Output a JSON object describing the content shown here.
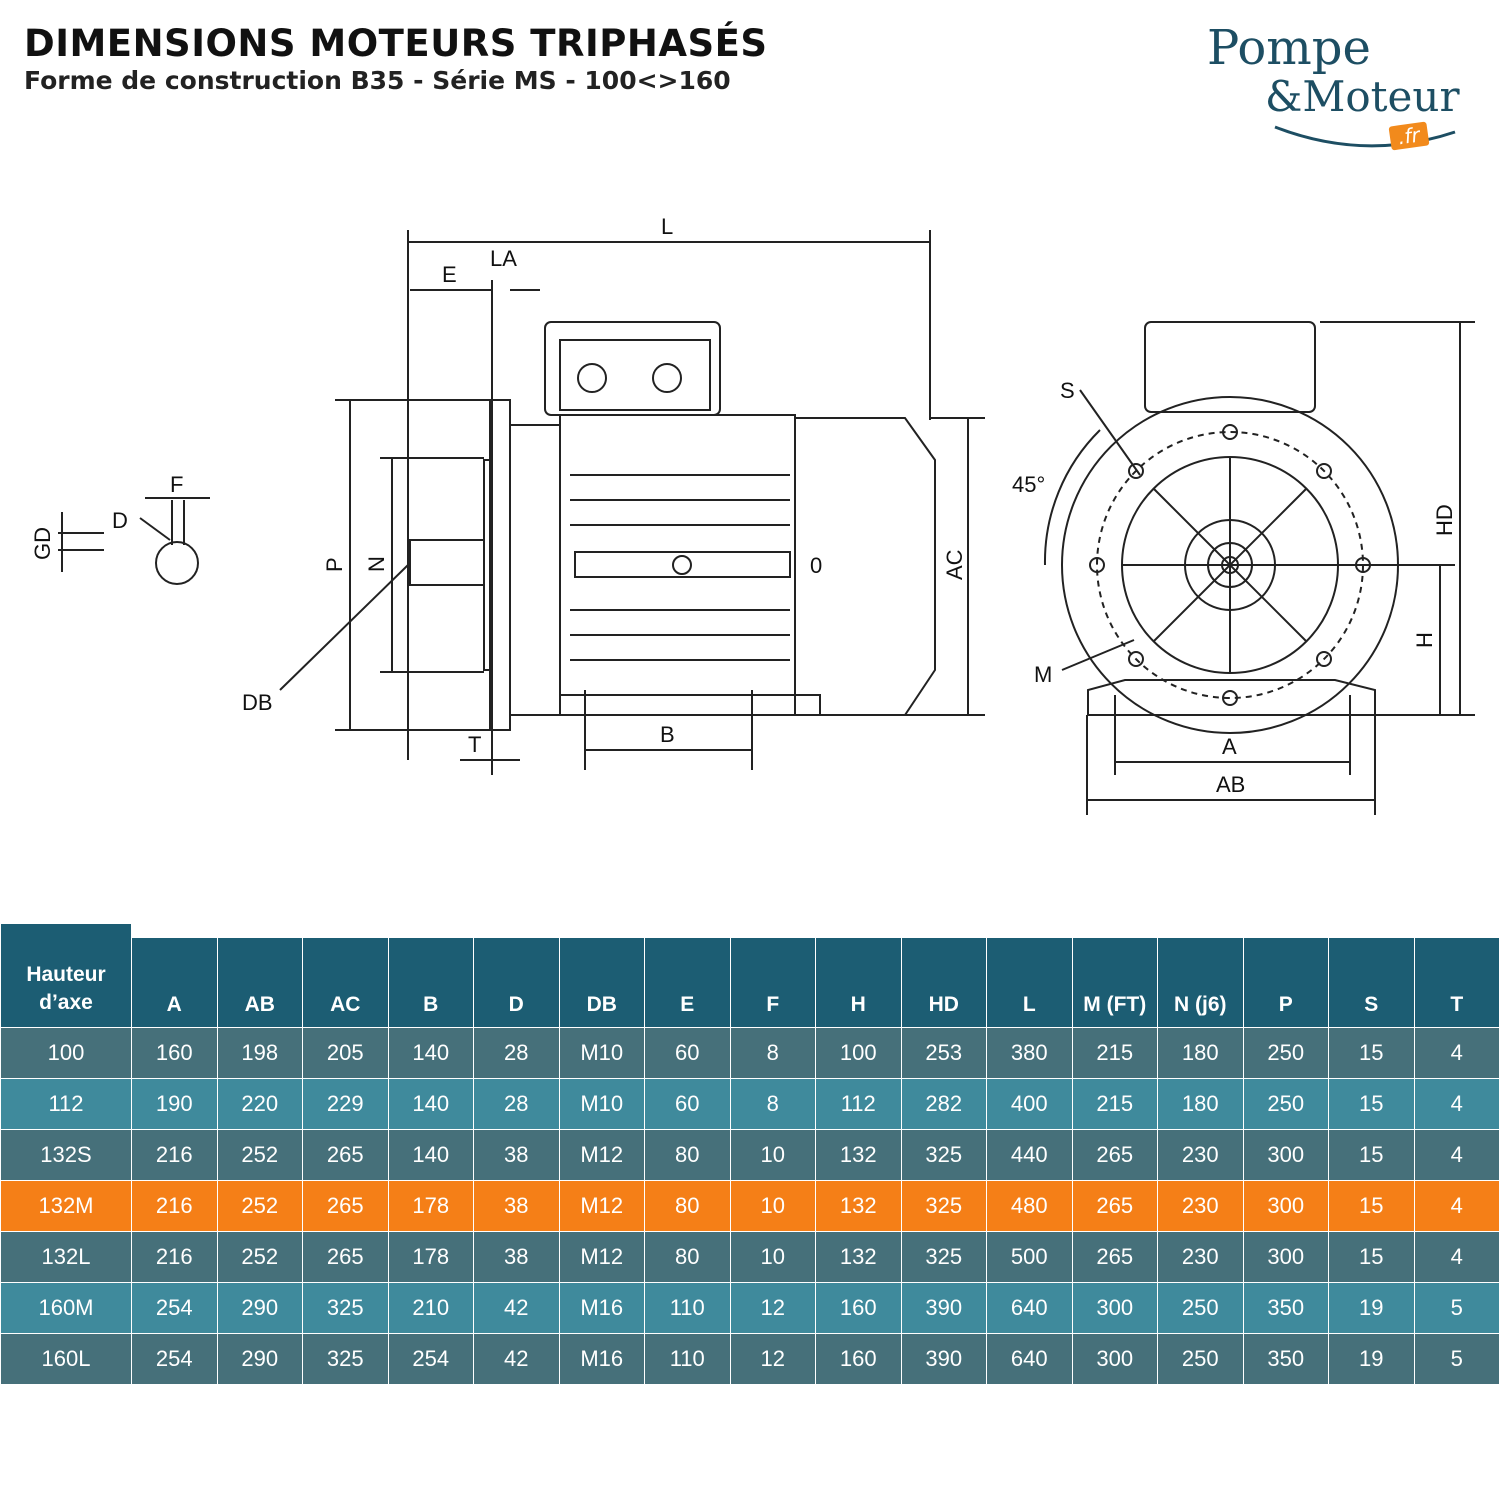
{
  "header": {
    "title": "DIMENSIONS MOTEURS TRIPHASÉS",
    "subtitle": "Forme de construction B35 - Série MS - 100<>160"
  },
  "logo": {
    "line1": "Pompe",
    "line2": "&Moteur",
    "suffix": ".fr",
    "color": "#1d4e63",
    "accent": "#f28a1c"
  },
  "drawing_labels": {
    "gd": "GD",
    "d": "D",
    "f": "F",
    "l": "L",
    "e": "E",
    "la": "LA",
    "p": "P",
    "n": "N",
    "db": "DB",
    "t": "T",
    "b": "B",
    "zero": "0",
    "ac": "AC",
    "s": "S",
    "angle": "45°",
    "m": "M",
    "hd": "HD",
    "h": "H",
    "a": "A",
    "ab": "AB"
  },
  "table": {
    "first_header_line1": "Hauteur",
    "first_header_line2": "d’axe",
    "columns": [
      "A",
      "AB",
      "AC",
      "B",
      "D",
      "DB",
      "E",
      "F",
      "H",
      "HD",
      "L",
      "M (FT)",
      "N (j6)",
      "P",
      "S",
      "T"
    ],
    "rows": [
      [
        "100",
        "160",
        "198",
        "205",
        "140",
        "28",
        "M10",
        "60",
        "8",
        "100",
        "253",
        "380",
        "215",
        "180",
        "250",
        "15",
        "4"
      ],
      [
        "112",
        "190",
        "220",
        "229",
        "140",
        "28",
        "M10",
        "60",
        "8",
        "112",
        "282",
        "400",
        "215",
        "180",
        "250",
        "15",
        "4"
      ],
      [
        "132S",
        "216",
        "252",
        "265",
        "140",
        "38",
        "M12",
        "80",
        "10",
        "132",
        "325",
        "440",
        "265",
        "230",
        "300",
        "15",
        "4"
      ],
      [
        "132M",
        "216",
        "252",
        "265",
        "178",
        "38",
        "M12",
        "80",
        "10",
        "132",
        "325",
        "480",
        "265",
        "230",
        "300",
        "15",
        "4"
      ],
      [
        "132L",
        "216",
        "252",
        "265",
        "178",
        "38",
        "M12",
        "80",
        "10",
        "132",
        "325",
        "500",
        "265",
        "230",
        "300",
        "15",
        "4"
      ],
      [
        "160M",
        "254",
        "290",
        "325",
        "210",
        "42",
        "M16",
        "110",
        "12",
        "160",
        "390",
        "640",
        "300",
        "250",
        "350",
        "19",
        "5"
      ],
      [
        "160L",
        "254",
        "290",
        "325",
        "254",
        "42",
        "M16",
        "110",
        "12",
        "160",
        "390",
        "640",
        "300",
        "250",
        "350",
        "19",
        "5"
      ]
    ],
    "highlight_row": "132M",
    "colors": {
      "header": "#1c5d73",
      "row_dark": "#46707a",
      "row_light": "#3f8a9c",
      "highlight": "#f57f17"
    }
  }
}
